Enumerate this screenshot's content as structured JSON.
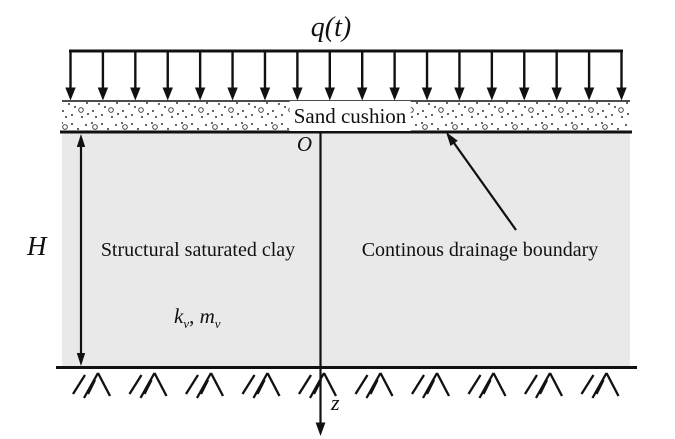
{
  "figure": {
    "title_load_label": "q(t)",
    "sand_label": "Sand cushion",
    "origin_label": "O",
    "depth_label": "H",
    "clay_label": "Structural saturated clay",
    "drainage_label": "Continous drainage boundary",
    "z_axis_label": "z",
    "coefficients": {
      "k_base": "k",
      "k_sub": "v",
      "separator": ", ",
      "m_base": "m",
      "m_sub": "v"
    },
    "load_arrow_count": 18,
    "hatch_group_count": 10,
    "colors": {
      "line": "#111111",
      "clay_fill": "#e9e9e9",
      "sand_border_gray": "#777777",
      "background": "#ffffff"
    }
  }
}
